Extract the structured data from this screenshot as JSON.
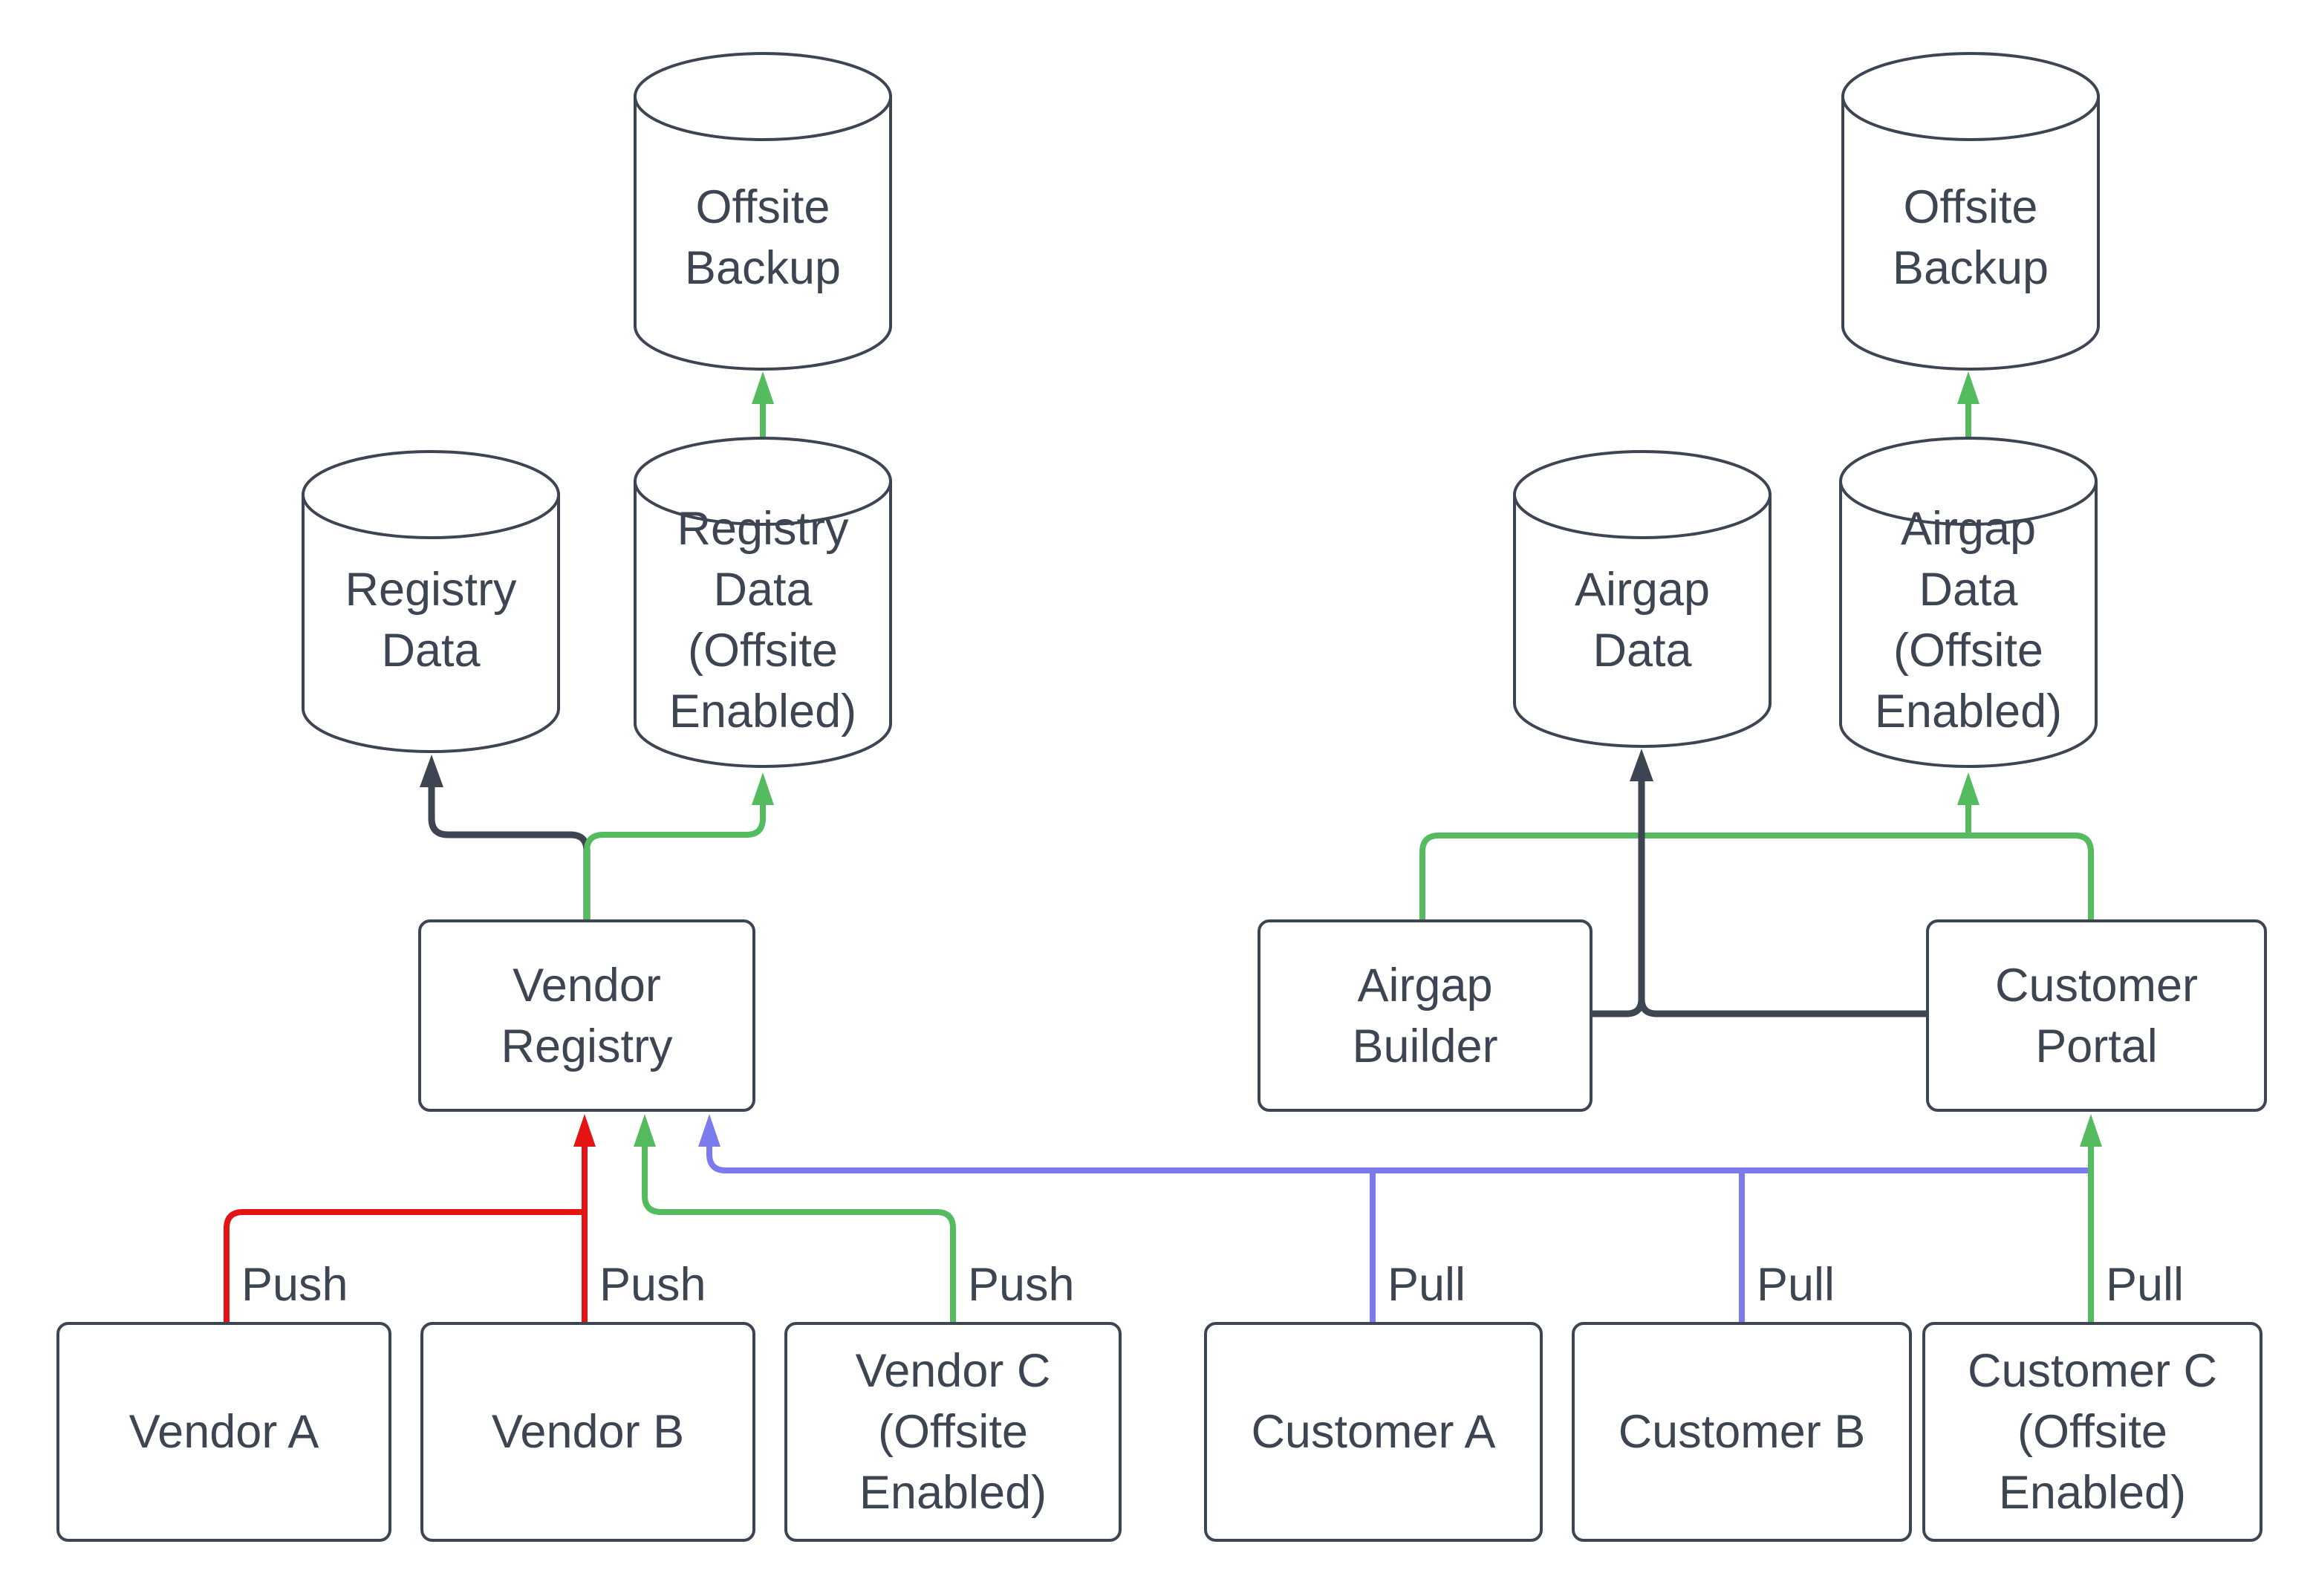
{
  "diagram": {
    "colors": {
      "dark": "#3E4552",
      "green": "#55BB5F",
      "red": "#E51414",
      "blue": "#7B7BEE",
      "canvas": "#FFFFFF"
    },
    "nodes": {
      "offsite_backup_left": "Offsite\nBackup",
      "registry_data": "Registry\nData",
      "registry_data_offsite": "Registry\nData\n(Offsite\nEnabled)",
      "vendor_registry": "Vendor\nRegistry",
      "vendor_a": "Vendor A",
      "vendor_b": "Vendor B",
      "vendor_c": "Vendor C\n(Offsite\nEnabled)",
      "offsite_backup_right": "Offsite\nBackup",
      "airgap_data": "Airgap\nData",
      "airgap_data_offsite": "Airgap\nData\n(Offsite\nEnabled)",
      "airgap_builder": "Airgap\nBuilder",
      "customer_portal": "Customer\nPortal",
      "customer_a": "Customer A",
      "customer_b": "Customer B",
      "customer_c": "Customer C\n(Offsite\nEnabled)"
    },
    "edge_labels": {
      "push_vendor_a": "Push",
      "push_vendor_b": "Push",
      "push_vendor_c": "Push",
      "pull_customer_a": "Pull",
      "pull_customer_b": "Pull",
      "pull_customer_c": "Pull"
    }
  }
}
